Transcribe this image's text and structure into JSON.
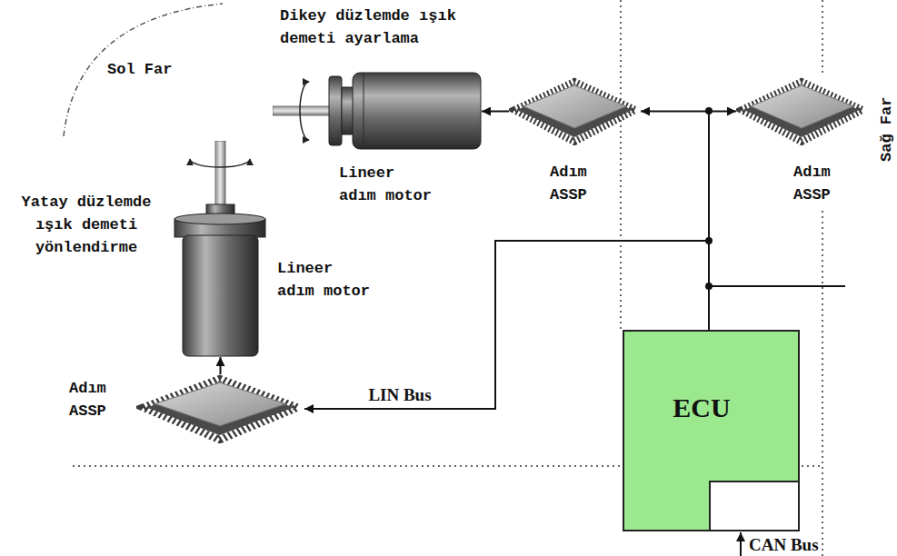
{
  "diagram": {
    "nodes": [
      {
        "text": [
          "Dikey düzlemde ışık demeti ayarlama",
          "Lineer adım motor"
        ]
      },
      {
        "text": [
          "Adım ASSP"
        ]
      },
      {
        "text": [
          "Adım ASSP"
        ]
      },
      {
        "text": [
          "Yatay düzlemde ışık demeti yönlendirme",
          "Lineer adım motor"
        ]
      },
      {
        "text": [
          "Adım ASSP"
        ]
      },
      {
        "text": [
          "ECU"
        ]
      }
    ],
    "edges": [
      {
        "from": 1,
        "to": 0,
        "arrow": "to"
      },
      {
        "from": 5,
        "to": 1,
        "arrow": "to"
      },
      {
        "from": 5,
        "to": 2,
        "arrow": "to"
      },
      {
        "from": 5,
        "to": 4,
        "arrow": "to",
        "label": "LIN Bus"
      },
      {
        "from": 4,
        "to": 3,
        "arrow": "to"
      }
    ],
    "labels": [
      "Sol Far",
      "Sağ Far",
      "CAN Bus"
    ]
  }
}
